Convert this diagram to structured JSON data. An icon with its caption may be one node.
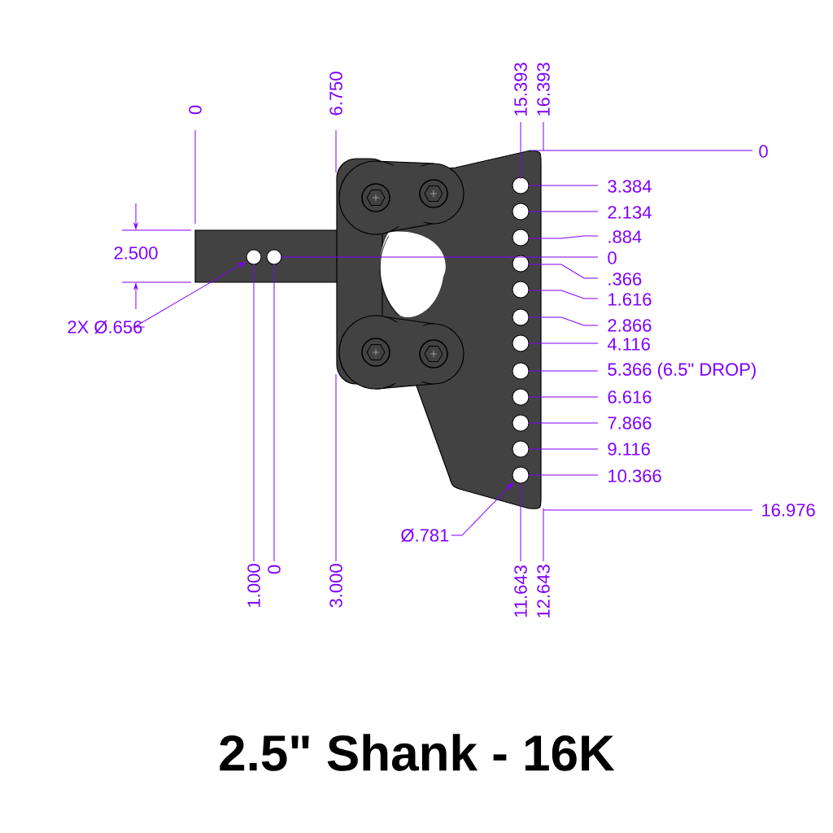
{
  "diagram": {
    "title": "2.5\" Shank - 16K",
    "nodes": [
      {
        "text": [
          "2X Ø.656"
        ]
      },
      {
        "text": [],
        "shape": "circle"
      },
      {
        "text": [
          "Ø.781"
        ]
      },
      {
        "text": [],
        "shape": "circle"
      }
    ],
    "edges": [
      {
        "from": 0,
        "to": 1,
        "arrow": "to"
      },
      {
        "from": 2,
        "to": 3,
        "arrow": "to"
      }
    ],
    "labels": [
      "0",
      "6.750",
      "15.393",
      "16.393",
      "0",
      "3.384",
      "2.134",
      ".884",
      "0",
      ".366",
      "1.616",
      "2.866",
      "4.116",
      "5.366 (6.5\" DROP)",
      "6.616",
      "7.866",
      "9.116",
      "10.366",
      "16.976",
      "2.500",
      "1.000",
      "0",
      "3.000",
      "11.643",
      "12.643"
    ]
  }
}
